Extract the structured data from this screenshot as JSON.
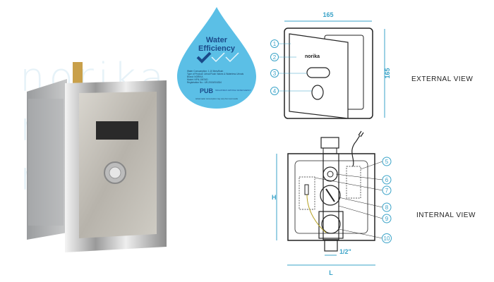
{
  "watermark": [
    "norika",
    "norika",
    "norika"
  ],
  "label": {
    "title_line1": "Water",
    "title_line2": "Efficiency",
    "ticks_filled": 1,
    "ticks_total": 3,
    "details": [
      "Water Consumption: 1.10 litres/flush",
      "Type of Product: Urinal Flush Valves & Waterless Urinals",
      "Brand: NORIKA",
      "Model: NFN-1067AD",
      "Registration No.: UR-2015/004334"
    ],
    "issuer": "PUB",
    "issuer_sub": "SINGAPORE'S NATIONAL WATER AGENCY",
    "footnote": "Actual water consumption may vary from test results",
    "color": "#5bbfe6",
    "tick_color": "#1a4a8a"
  },
  "diagram": {
    "external_view_label": "EXTERNAL VIEW",
    "internal_view_label": "INTERNAL VIEW",
    "dim_width": "165",
    "dim_height": "165",
    "dim_h": "H",
    "dim_l": "L",
    "dim_pipe": "1/2\"",
    "brand_mark": "norika",
    "callouts_external": [
      "1",
      "2",
      "3",
      "4"
    ],
    "callouts_internal": [
      "5",
      "6",
      "7",
      "8",
      "9",
      "10"
    ],
    "accent": "#3aa3c8"
  }
}
